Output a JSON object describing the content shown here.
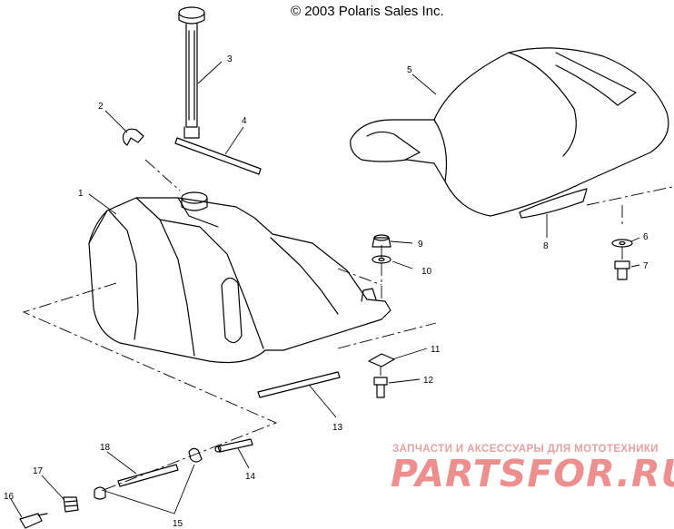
{
  "copyright": "© 2003 Polaris Sales Inc.",
  "callouts": [
    "1",
    "2",
    "3",
    "4",
    "5",
    "6",
    "7",
    "8",
    "9",
    "10",
    "11",
    "12",
    "13",
    "14",
    "15",
    "16",
    "17",
    "18"
  ],
  "watermark": {
    "subtitle": "ЗАПЧАСТИ И АКСЕССУАРЫ ДЛЯ МОТОТЕХНИКИ",
    "brand": "PARTSFOR.RU"
  }
}
